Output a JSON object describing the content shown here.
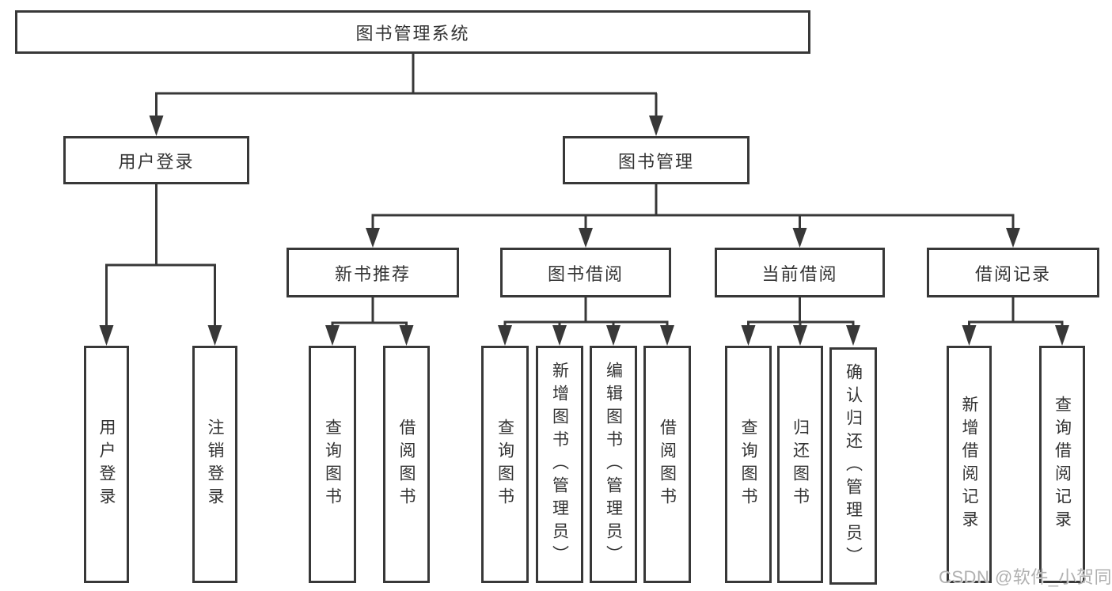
{
  "diagram": {
    "root": {
      "label": "图书管理系统"
    },
    "branches": [
      {
        "label": "用户登录",
        "children": [
          {
            "label": "用户登录"
          },
          {
            "label": "注销登录"
          }
        ]
      },
      {
        "label": "图书管理",
        "sections": [
          {
            "label": "新书推荐",
            "children": [
              {
                "label": "查询图书"
              },
              {
                "label": "借阅图书"
              }
            ]
          },
          {
            "label": "图书借阅",
            "children": [
              {
                "label": "查询图书"
              },
              {
                "label": "新增图书（管理员）"
              },
              {
                "label": "编辑图书（管理员）"
              },
              {
                "label": "借阅图书"
              }
            ]
          },
          {
            "label": "当前借阅",
            "children": [
              {
                "label": "查询图书"
              },
              {
                "label": "归还图书"
              },
              {
                "label": "确认归还（管理员）"
              }
            ]
          },
          {
            "label": "借阅记录",
            "children": [
              {
                "label": "新增借阅记录"
              },
              {
                "label": "查询借阅记录"
              }
            ]
          }
        ]
      }
    ]
  },
  "watermark": {
    "text": "CSDN @软件_小贺同学"
  },
  "colors": {
    "line": "#383838",
    "text": "#333333",
    "background": "#ffffff",
    "watermark": "#b0b0b0"
  }
}
